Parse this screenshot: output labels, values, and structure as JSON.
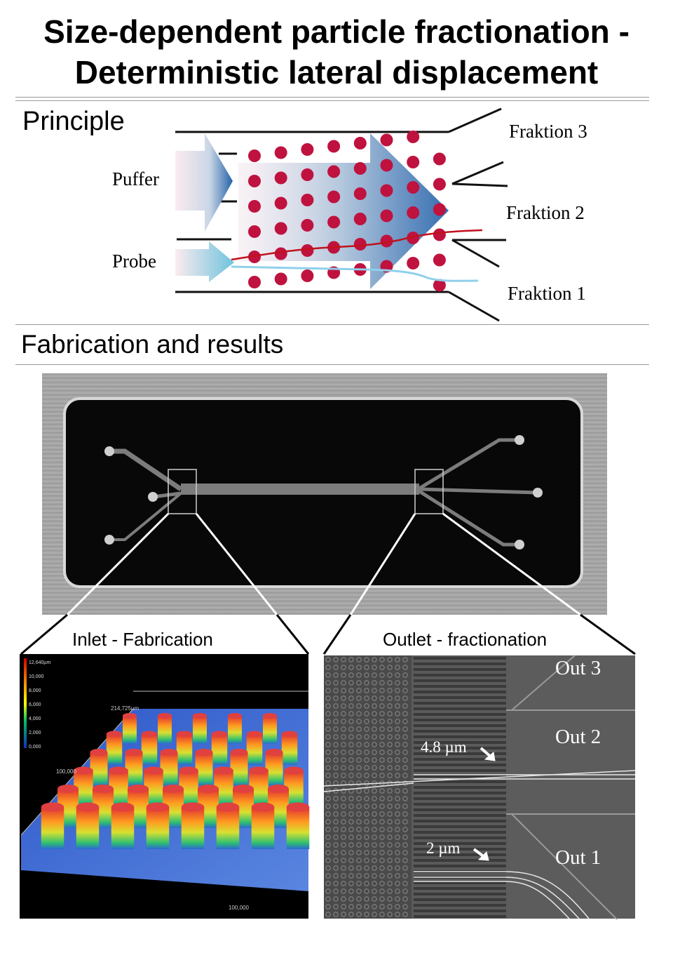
{
  "title": {
    "line1": "Size-dependent particle fractionation -",
    "line2": "Deterministic lateral displacement"
  },
  "principle": {
    "heading": "Principle",
    "inputs": {
      "buffer": "Puffer",
      "sample": "Probe"
    },
    "outputs": {
      "f3": "Fraktion 3",
      "f2": "Fraktion 2",
      "f1": "Fraktion 1"
    }
  },
  "fabrication": {
    "heading": "Fabrication and results",
    "inlet_label": "Inlet - Fabrication",
    "outlet_label": "Outlet - fractionation",
    "profilometer": {
      "scale": [
        "12,640µm",
        "10,000",
        "8,000",
        "6,000",
        "4,000",
        "2,000",
        "0,000"
      ],
      "axis_labels": [
        "214,725µm",
        "100,000",
        "100,000"
      ]
    },
    "outlet": {
      "out3": "Out 3",
      "out2": "Out 2",
      "out1": "Out 1",
      "size_large": "4.8 µm",
      "size_small": "2 µm"
    }
  },
  "colors": {
    "post": "#c0123f",
    "arrow_dark": "#1f5ea8",
    "arrow_light": "#7ec9e0",
    "red_trace": "#c0121d",
    "blue_trace": "#8fd0ea"
  }
}
